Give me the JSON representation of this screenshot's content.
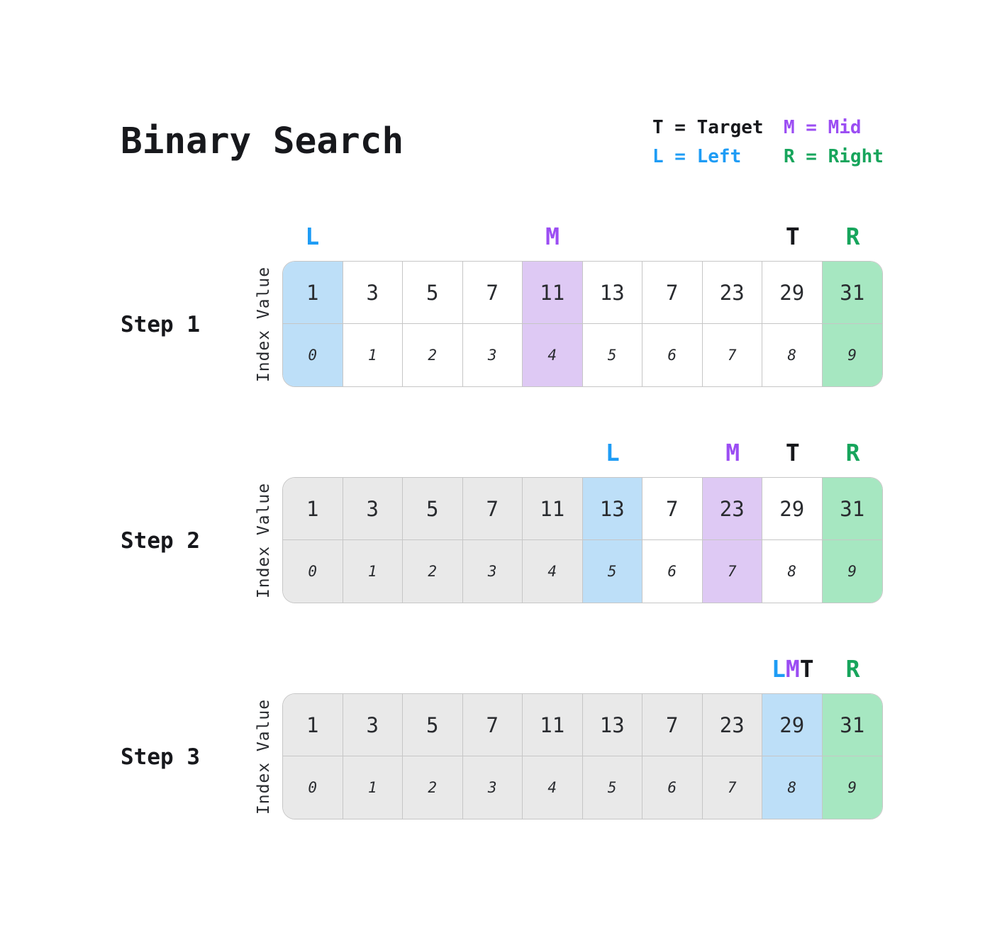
{
  "title": "Binary Search",
  "legend": {
    "items": [
      {
        "symbol": "T",
        "label": "Target",
        "color": "#17181c"
      },
      {
        "symbol": "M",
        "label": "Mid",
        "color": "#9b4df3"
      },
      {
        "symbol": "L",
        "label": "Left",
        "color": "#1e9cf5"
      },
      {
        "symbol": "R",
        "label": "Right",
        "color": "#17a55c"
      }
    ]
  },
  "row_labels": {
    "value": "Value",
    "index": "Index"
  },
  "array": {
    "values": [
      1,
      3,
      5,
      7,
      11,
      13,
      7,
      23,
      29,
      31
    ],
    "indices": [
      0,
      1,
      2,
      3,
      4,
      5,
      6,
      7,
      8,
      9
    ]
  },
  "colors": {
    "left_fill": "#bddff8",
    "mid_fill": "#dec9f4",
    "right_fill": "#a6e7c1",
    "dimmed_fill": "#e9e9e9",
    "left_marker": "#1e9cf5",
    "mid_marker": "#9b4df3",
    "right_marker": "#17a55c",
    "target_marker": "#17181c"
  },
  "steps": [
    {
      "label": "Step 1",
      "markers": [
        {
          "col": 0,
          "letters": [
            {
              "char": "L",
              "role": "left"
            }
          ]
        },
        {
          "col": 4,
          "letters": [
            {
              "char": "M",
              "role": "mid"
            }
          ]
        },
        {
          "col": 8,
          "letters": [
            {
              "char": "T",
              "role": "target"
            }
          ]
        },
        {
          "col": 9,
          "letters": [
            {
              "char": "R",
              "role": "right"
            }
          ]
        }
      ],
      "cell_states": [
        "left",
        "none",
        "none",
        "none",
        "mid",
        "none",
        "none",
        "none",
        "none",
        "right"
      ]
    },
    {
      "label": "Step 2",
      "markers": [
        {
          "col": 5,
          "letters": [
            {
              "char": "L",
              "role": "left"
            }
          ]
        },
        {
          "col": 7,
          "letters": [
            {
              "char": "M",
              "role": "mid"
            }
          ]
        },
        {
          "col": 8,
          "letters": [
            {
              "char": "T",
              "role": "target"
            }
          ]
        },
        {
          "col": 9,
          "letters": [
            {
              "char": "R",
              "role": "right"
            }
          ]
        }
      ],
      "cell_states": [
        "dimmed",
        "dimmed",
        "dimmed",
        "dimmed",
        "dimmed",
        "left",
        "none",
        "mid",
        "none",
        "right"
      ]
    },
    {
      "label": "Step 3",
      "markers": [
        {
          "col": 8,
          "letters": [
            {
              "char": "L",
              "role": "left"
            },
            {
              "char": "M",
              "role": "mid"
            },
            {
              "char": "T",
              "role": "target"
            }
          ]
        },
        {
          "col": 9,
          "letters": [
            {
              "char": "R",
              "role": "right"
            }
          ]
        }
      ],
      "cell_states": [
        "dimmed",
        "dimmed",
        "dimmed",
        "dimmed",
        "dimmed",
        "dimmed",
        "dimmed",
        "dimmed",
        "left",
        "right"
      ]
    }
  ]
}
